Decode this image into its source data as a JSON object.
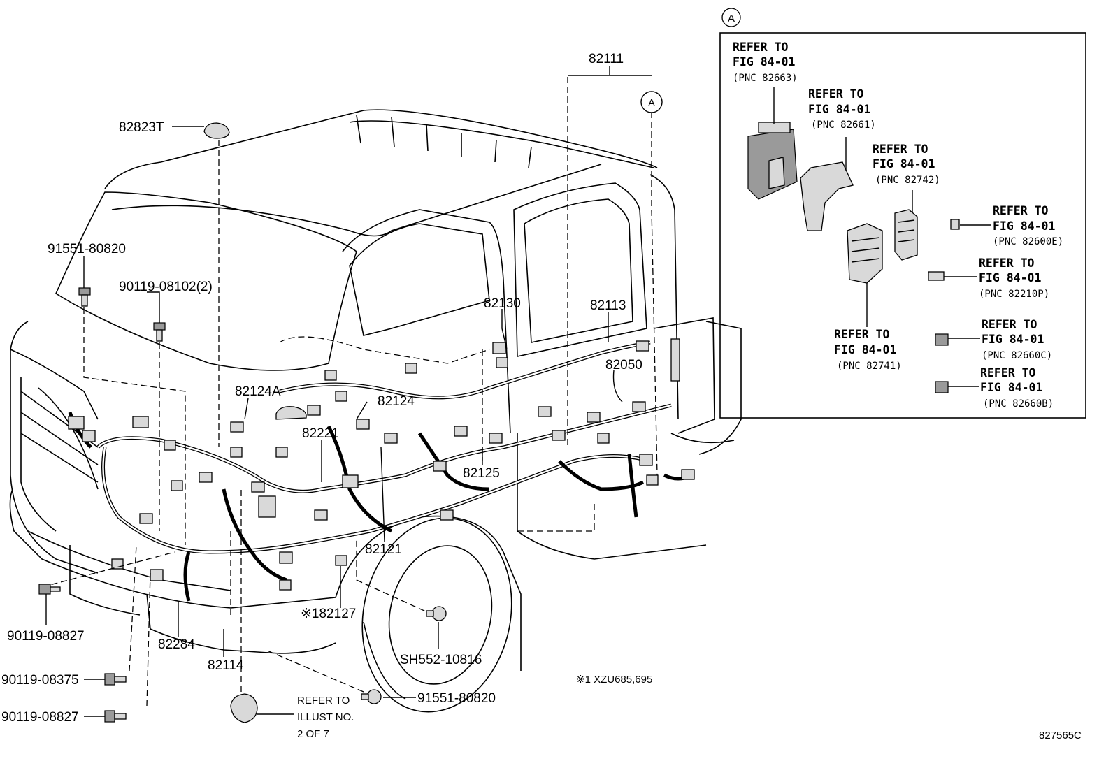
{
  "callouts": {
    "p82823T": "82823T",
    "p82111": "82111",
    "p91551_80820_top": "91551-80820",
    "p90119_08102": "90119-08102(2)",
    "p82130": "82130",
    "p82113": "82113",
    "p82050": "82050",
    "p82124A": "82124A",
    "p82124": "82124",
    "p82221": "82221",
    "p82125": "82125",
    "p82121": "82121",
    "p82127": "※182127",
    "p82284": "82284",
    "p82114": "82114",
    "p90119_08827_a": "90119-08827",
    "p90119_08375": "90119-08375",
    "p90119_08827_b": "90119-08827",
    "pSH552": "SH552-10816",
    "p91551_80820_bottom": "91551-80820"
  },
  "refer_illust": {
    "line1": "REFER TO",
    "line2": "ILLUST NO.",
    "line3": "2 OF 7"
  },
  "footnote": "※1 XZU685,695",
  "figure_code": "827565C",
  "detail_marker": "A",
  "inset_marker": "A",
  "inset_refs": [
    {
      "line1": "REFER TO",
      "line2": "FIG 84-01",
      "pnc": "(PNC 82663)"
    },
    {
      "line1": "REFER TO",
      "line2": "FIG 84-01",
      "pnc": "(PNC 82661)"
    },
    {
      "line1": "REFER TO",
      "line2": "FIG 84-01",
      "pnc": "(PNC 82742)"
    },
    {
      "line1": "REFER TO",
      "line2": "FIG 84-01",
      "pnc": "(PNC 82600E)"
    },
    {
      "line1": "REFER TO",
      "line2": "FIG 84-01",
      "pnc": "(PNC 82210P)"
    },
    {
      "line1": "REFER TO",
      "line2": "FIG 84-01",
      "pnc": "(PNC 82741)"
    },
    {
      "line1": "REFER TO",
      "line2": "FIG 84-01",
      "pnc": "(PNC 82660C)"
    },
    {
      "line1": "REFER TO",
      "line2": "FIG 84-01",
      "pnc": "(PNC 82660B)"
    }
  ]
}
